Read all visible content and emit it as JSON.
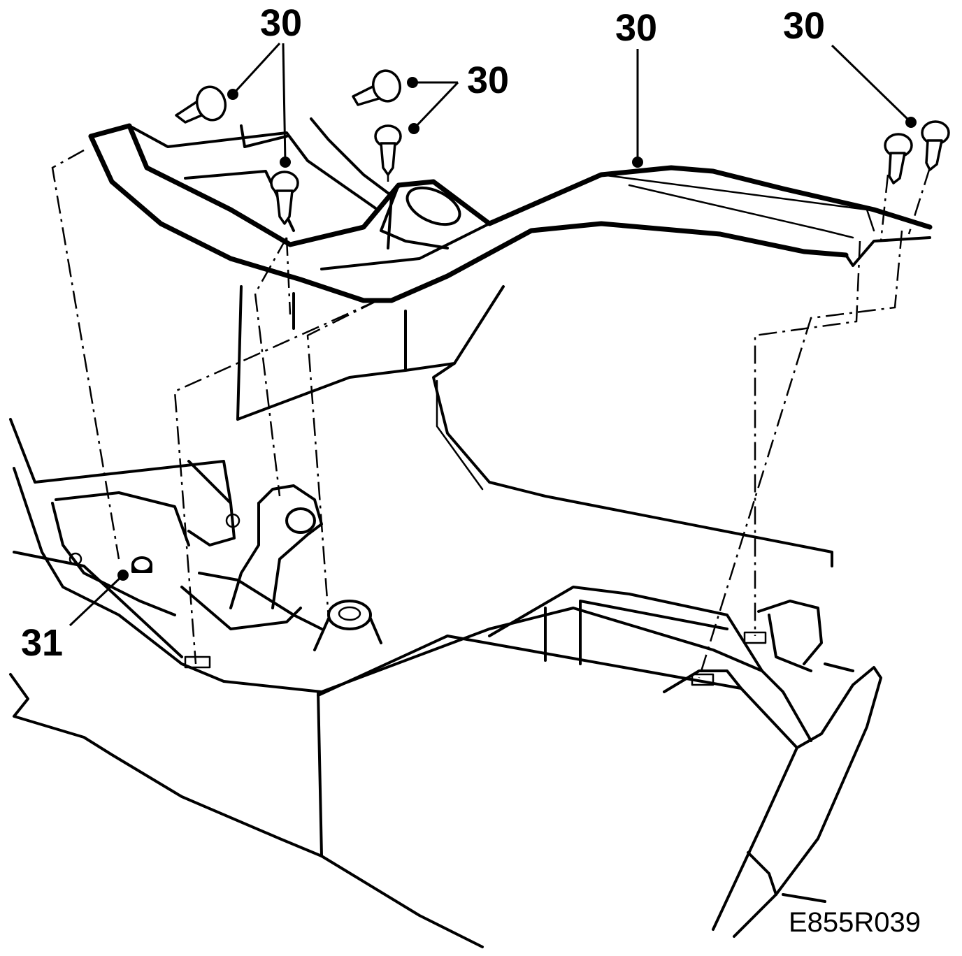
{
  "callouts": {
    "c1": "30",
    "c2": "30",
    "c3": "30",
    "c4": "30",
    "c5": "30",
    "c6": "31"
  },
  "figure_code": "E855R039",
  "icons": {
    "screw": "screw-icon",
    "clip": "clip-icon"
  }
}
